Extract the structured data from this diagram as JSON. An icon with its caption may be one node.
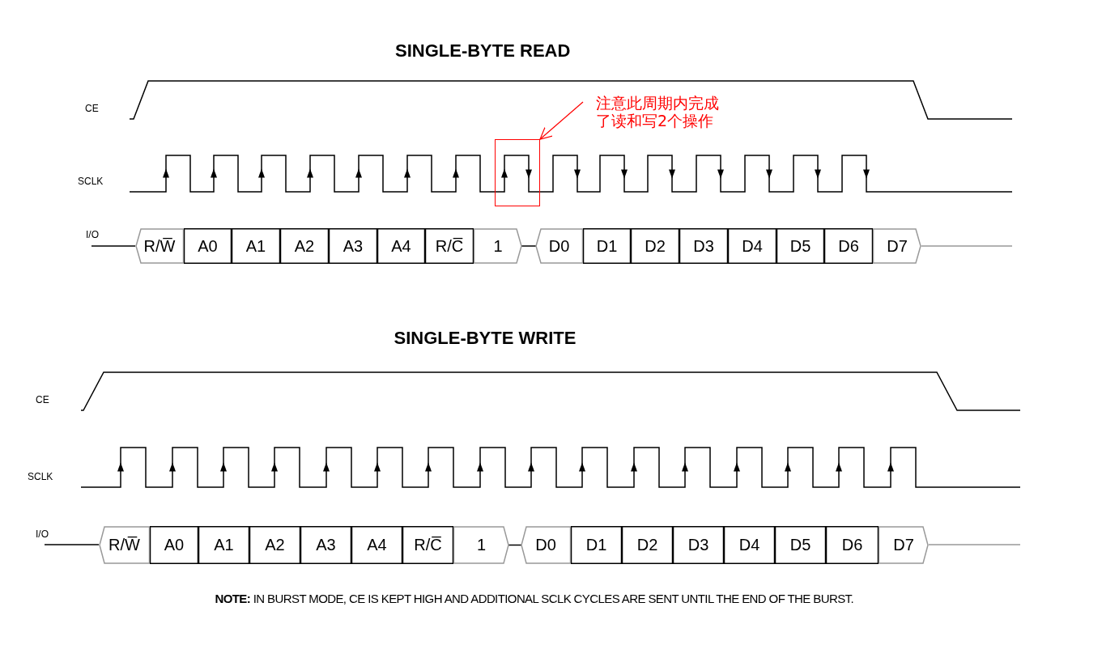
{
  "diagram": {
    "nodes": [
      {
        "text": [
          "注意此周期内完成了读和写2个操作"
        ]
      },
      {
        "text": [],
        "shape": "box"
      },
      {
        "text": [
          "R/W̅"
        ]
      },
      {
        "text": [
          "A0"
        ]
      },
      {
        "text": [
          "A1"
        ]
      },
      {
        "text": [
          "A2"
        ]
      },
      {
        "text": [
          "A3"
        ]
      },
      {
        "text": [
          "A4"
        ]
      },
      {
        "text": [
          "R/C̅"
        ]
      },
      {
        "text": [
          "1"
        ]
      },
      {
        "text": [
          "D0"
        ]
      },
      {
        "text": [
          "D1"
        ]
      },
      {
        "text": [
          "D2"
        ]
      },
      {
        "text": [
          "D3"
        ]
      },
      {
        "text": [
          "D4"
        ]
      },
      {
        "text": [
          "D5"
        ]
      },
      {
        "text": [
          "D6"
        ]
      },
      {
        "text": [
          "D7"
        ]
      },
      {
        "text": [
          "R/W̅"
        ]
      },
      {
        "text": [
          "A0"
        ]
      },
      {
        "text": [
          "A1"
        ]
      },
      {
        "text": [
          "A2"
        ]
      },
      {
        "text": [
          "A3"
        ]
      },
      {
        "text": [
          "A4"
        ]
      },
      {
        "text": [
          "R/C̅"
        ]
      },
      {
        "text": [
          "1"
        ]
      },
      {
        "text": [
          "D0"
        ]
      },
      {
        "text": [
          "D1"
        ]
      },
      {
        "text": [
          "D2"
        ]
      },
      {
        "text": [
          "D3"
        ]
      },
      {
        "text": [
          "D4"
        ]
      },
      {
        "text": [
          "D5"
        ]
      },
      {
        "text": [
          "D6"
        ]
      },
      {
        "text": [
          "D7"
        ]
      }
    ],
    "edges": [
      {
        "from": 0,
        "to": 1,
        "arrow": "to",
        "color": "#ff0000"
      },
      {
        "from": 9,
        "to": 10,
        "arrow": "none"
      },
      {
        "from": 25,
        "to": 26,
        "arrow": "none"
      }
    ],
    "labels": [
      "SINGLE-BYTE READ",
      "CE",
      "SCLK",
      "I/O",
      "SINGLE-BYTE WRITE",
      "CE",
      "SCLK",
      "I/O",
      "**NOTE:** IN BURST MODE, CE IS KEPT HIGH AND ADDITIONAL SCLK CYCLES ARE SENT UNTIL THE END OF THE BURST."
    ]
  }
}
